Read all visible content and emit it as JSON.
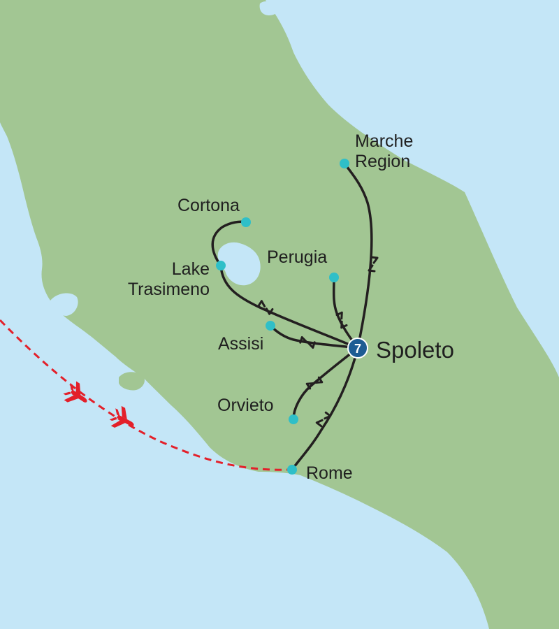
{
  "colors": {
    "sea": "#c4e6f7",
    "land": "#a2c693",
    "route": "#231f20",
    "stop": "#2fbfc8",
    "base": "#1d5c93",
    "flight": "#e3202a"
  },
  "base": {
    "label": "Spoleto",
    "nights": "7"
  },
  "stops": [
    {
      "id": "marche",
      "line1": "Marche",
      "line2": "Region"
    },
    {
      "id": "cortona",
      "line1": "Cortona",
      "line2": ""
    },
    {
      "id": "lake",
      "line1": "Lake",
      "line2": "Trasimeno"
    },
    {
      "id": "perugia",
      "line1": "Perugia",
      "line2": ""
    },
    {
      "id": "assisi",
      "line1": "Assisi",
      "line2": ""
    },
    {
      "id": "orvieto",
      "line1": "Orvieto",
      "line2": ""
    },
    {
      "id": "rome",
      "line1": "Rome",
      "line2": ""
    }
  ],
  "icons": [
    "airplane-icon",
    "airplane-icon"
  ]
}
